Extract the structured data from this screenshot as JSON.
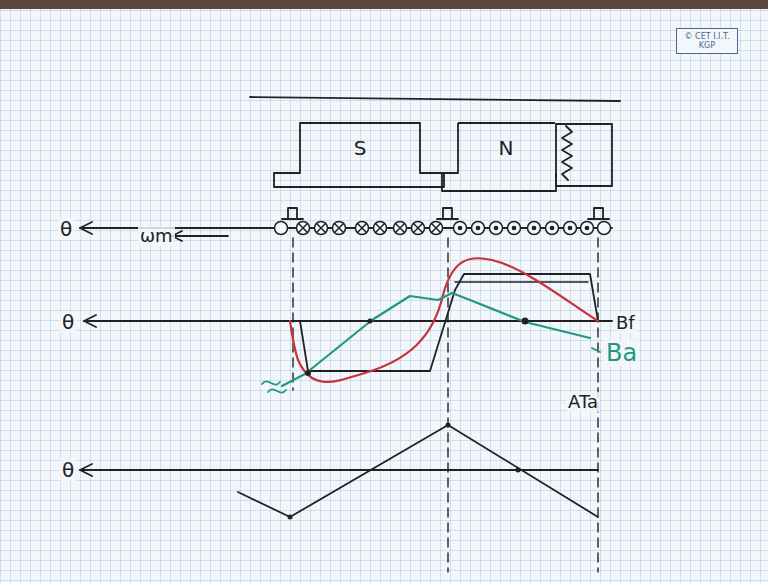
{
  "diagram": {
    "nodes": [
      {
        "text": [
          "© CET I.I.T. KGP"
        ]
      },
      {
        "text": [
          "S"
        ]
      },
      {
        "text": [
          "N"
        ]
      }
    ],
    "labels": [
      "θ",
      "ωm",
      "θ",
      "Bf",
      "Ba",
      "θ",
      "ATa"
    ]
  }
}
